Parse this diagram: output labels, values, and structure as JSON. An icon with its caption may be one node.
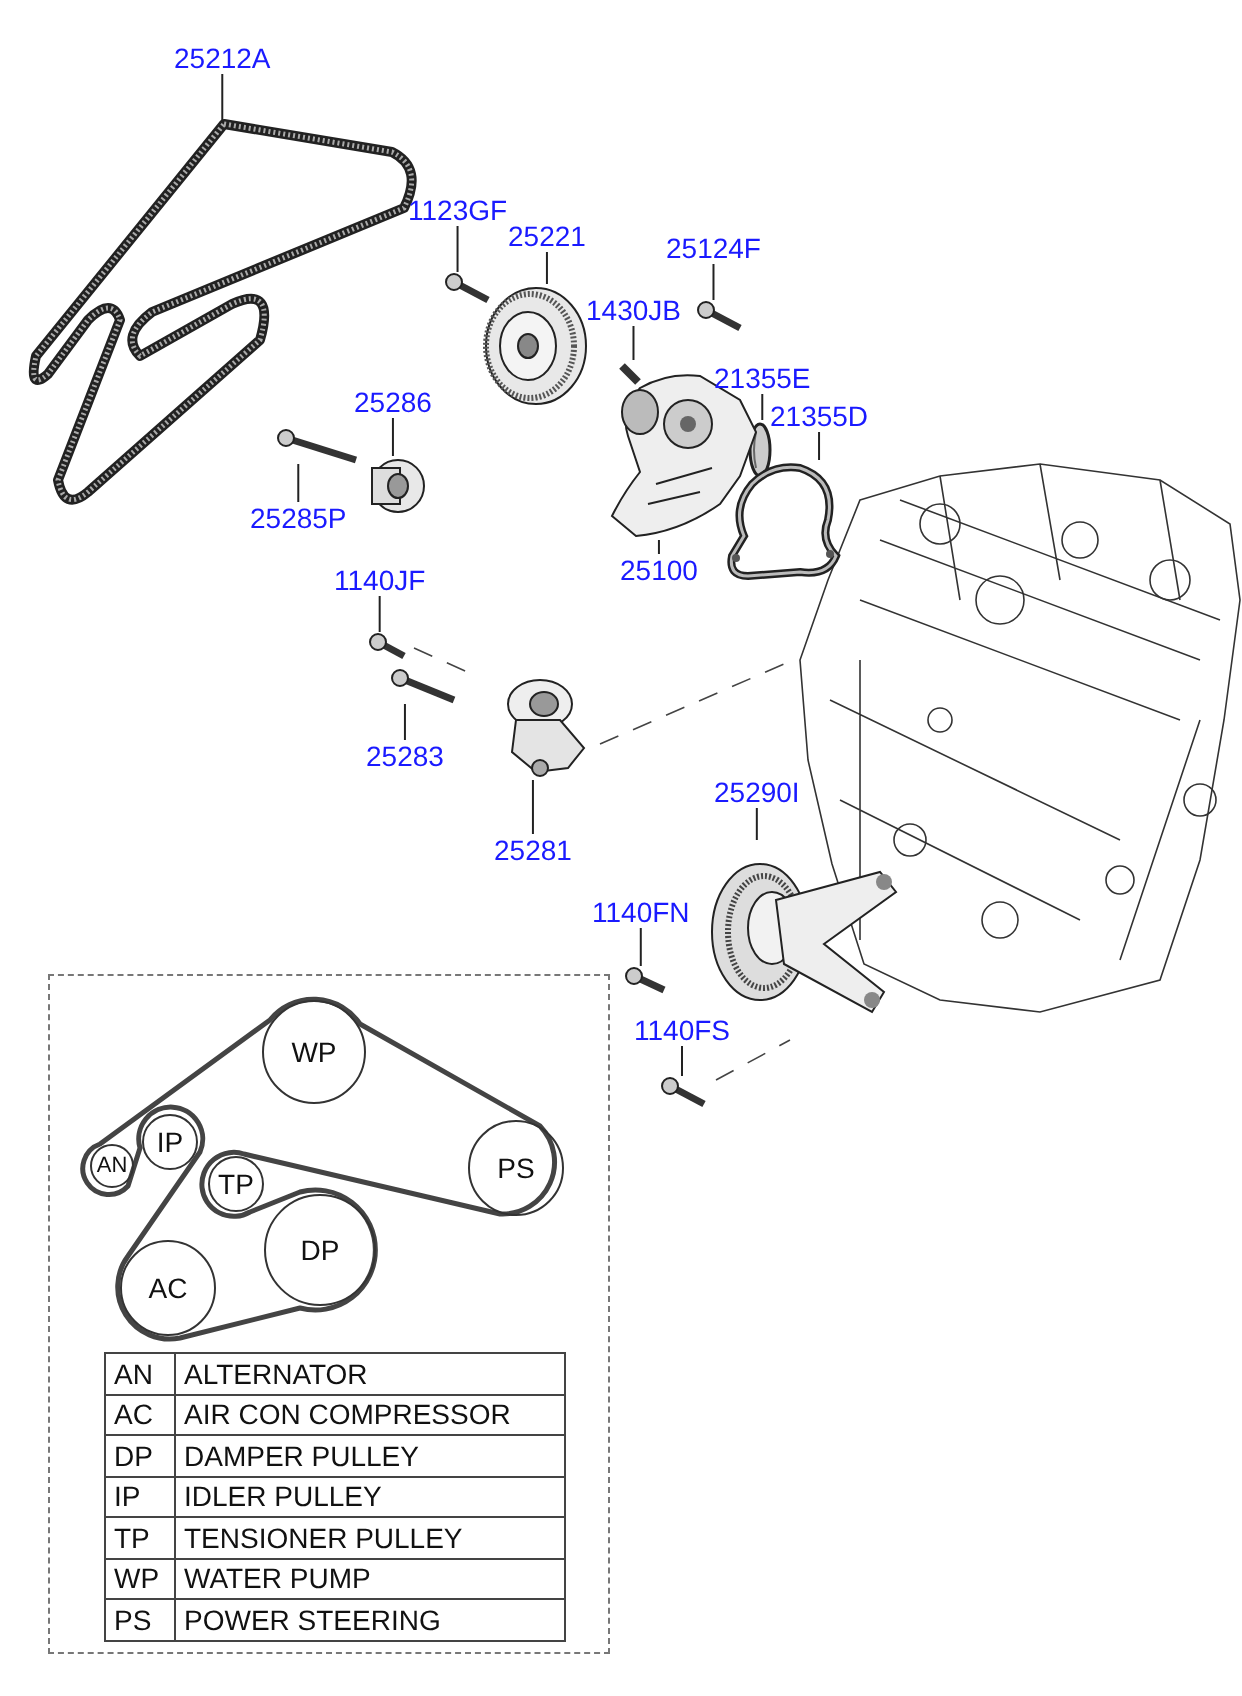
{
  "diagram": {
    "nodes": [
      {
        "text": [
          "25212A"
        ]
      },
      {
        "text": [
          "1123GF"
        ]
      },
      {
        "text": [
          "25221"
        ]
      },
      {
        "text": [
          "25124F"
        ]
      },
      {
        "text": [
          "1430JB"
        ]
      },
      {
        "text": [
          "21355E"
        ]
      },
      {
        "text": [
          "21355D"
        ]
      },
      {
        "text": [
          "25286"
        ]
      },
      {
        "text": [
          "25285P"
        ]
      },
      {
        "text": [
          "25100"
        ]
      },
      {
        "text": [
          "1140JF"
        ]
      },
      {
        "text": [
          "25283"
        ]
      },
      {
        "text": [
          "25281"
        ]
      },
      {
        "text": [
          "25290I"
        ]
      },
      {
        "text": [
          "1140FN"
        ]
      },
      {
        "text": [
          "1140FS"
        ]
      },
      {
        "text": [],
        "shape": "picture"
      },
      {
        "text": [],
        "shape": "picture"
      },
      {
        "text": [],
        "shape": "picture"
      },
      {
        "text": [],
        "shape": "picture"
      },
      {
        "text": [],
        "shape": "picture"
      },
      {
        "text": [],
        "shape": "picture"
      },
      {
        "text": [],
        "shape": "picture"
      },
      {
        "text": [],
        "shape": "picture"
      },
      {
        "text": [],
        "shape": "picture"
      },
      {
        "text": [],
        "shape": "picture"
      },
      {
        "text": [],
        "shape": "picture"
      },
      {
        "text": [],
        "shape": "picture"
      },
      {
        "text": [],
        "shape": "picture"
      },
      {
        "text": [],
        "shape": "picture"
      },
      {
        "text": [],
        "shape": "picture"
      },
      {
        "text": [],
        "shape": "picture"
      },
      {
        "text": [],
        "shape": "box"
      },
      {
        "text": [
          "WP"
        ],
        "in": 32
      },
      {
        "text": [
          "AN"
        ],
        "in": 32
      },
      {
        "text": [
          "IP"
        ],
        "in": 32
      },
      {
        "text": [
          "TP"
        ],
        "in": 32
      },
      {
        "text": [
          "PS"
        ],
        "in": 32
      },
      {
        "text": [
          "DP"
        ],
        "in": 32
      },
      {
        "text": [
          "AC"
        ],
        "in": 32
      }
    ],
    "edges": [
      {
        "from": 0,
        "to": 16,
        "arrow": "none"
      },
      {
        "from": 1,
        "to": 17,
        "arrow": "none"
      },
      {
        "from": 2,
        "to": 18,
        "arrow": "none"
      },
      {
        "from": 3,
        "to": 19,
        "arrow": "none"
      },
      {
        "from": 4,
        "to": 20,
        "arrow": "none"
      },
      {
        "from": 5,
        "to": 21,
        "arrow": "none"
      },
      {
        "from": 6,
        "to": 22,
        "arrow": "none"
      },
      {
        "from": 7,
        "to": 23,
        "arrow": "none"
      },
      {
        "from": 8,
        "to": 24,
        "arrow": "none"
      },
      {
        "from": 9,
        "to": 25,
        "arrow": "none"
      },
      {
        "from": 10,
        "to": 26,
        "arrow": "none"
      },
      {
        "from": 11,
        "to": 27,
        "arrow": "none"
      },
      {
        "from": 12,
        "to": 28,
        "arrow": "none"
      },
      {
        "from": 13,
        "to": 29,
        "arrow": "none"
      },
      {
        "from": 14,
        "to": 30,
        "arrow": "none"
      },
      {
        "from": 15,
        "to": 31,
        "arrow": "none"
      }
    ],
    "labels": [
      "AN",
      "ALTERNATOR",
      "AC",
      "AIR CON COMPRESSOR",
      "DP",
      "DAMPER PULLEY",
      "IP",
      "IDLER PULLEY",
      "TP",
      "TENSIONER PULLEY",
      "WP",
      "WATER PUMP",
      "PS",
      "POWER STEERING"
    ]
  }
}
